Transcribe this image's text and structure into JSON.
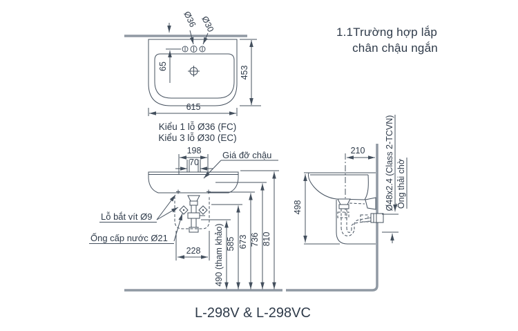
{
  "colors": {
    "line": "#44505e",
    "text": "#2e3a49",
    "wall": "#9099a3",
    "bg": "#ffffff"
  },
  "heading": {
    "line1": "1.1Trường hợp lắp",
    "line2": "chân chậu ngắn"
  },
  "title": "L-298V & L-298VC",
  "top_view": {
    "caption1": "Kiểu 1 lỗ Ø36 (FC)",
    "caption2": "Kiểu 3 lỗ Ø30 (EC)",
    "labels": {
      "hole_fc": "Ø36",
      "hole_ec": "Ø30"
    },
    "dims": {
      "hole_offset": "65",
      "depth": "453",
      "width": "615"
    }
  },
  "front_view": {
    "labels": {
      "bracket": "Giá đỡ chậu",
      "screw_hole": "Lỗ bắt vít Ø9",
      "supply_pipe": "Ống cấp nước Ø21"
    },
    "dims": {
      "bolt_span": "198",
      "bracket_span": "70",
      "pedestal_width": "228",
      "supply_height": "490 (tham khảo)",
      "trap_height": "585",
      "bowl_bottom_height": "673",
      "bracket_height": "736",
      "rim_height": "810"
    }
  },
  "side_view": {
    "labels": {
      "drain_spec": "Ø48x2.4 (Class 2-TCVN)",
      "drain_wait": "Ống thải chờ"
    },
    "dims": {
      "drain_to_wall": "210",
      "rim_to_pedestal": "498"
    }
  }
}
